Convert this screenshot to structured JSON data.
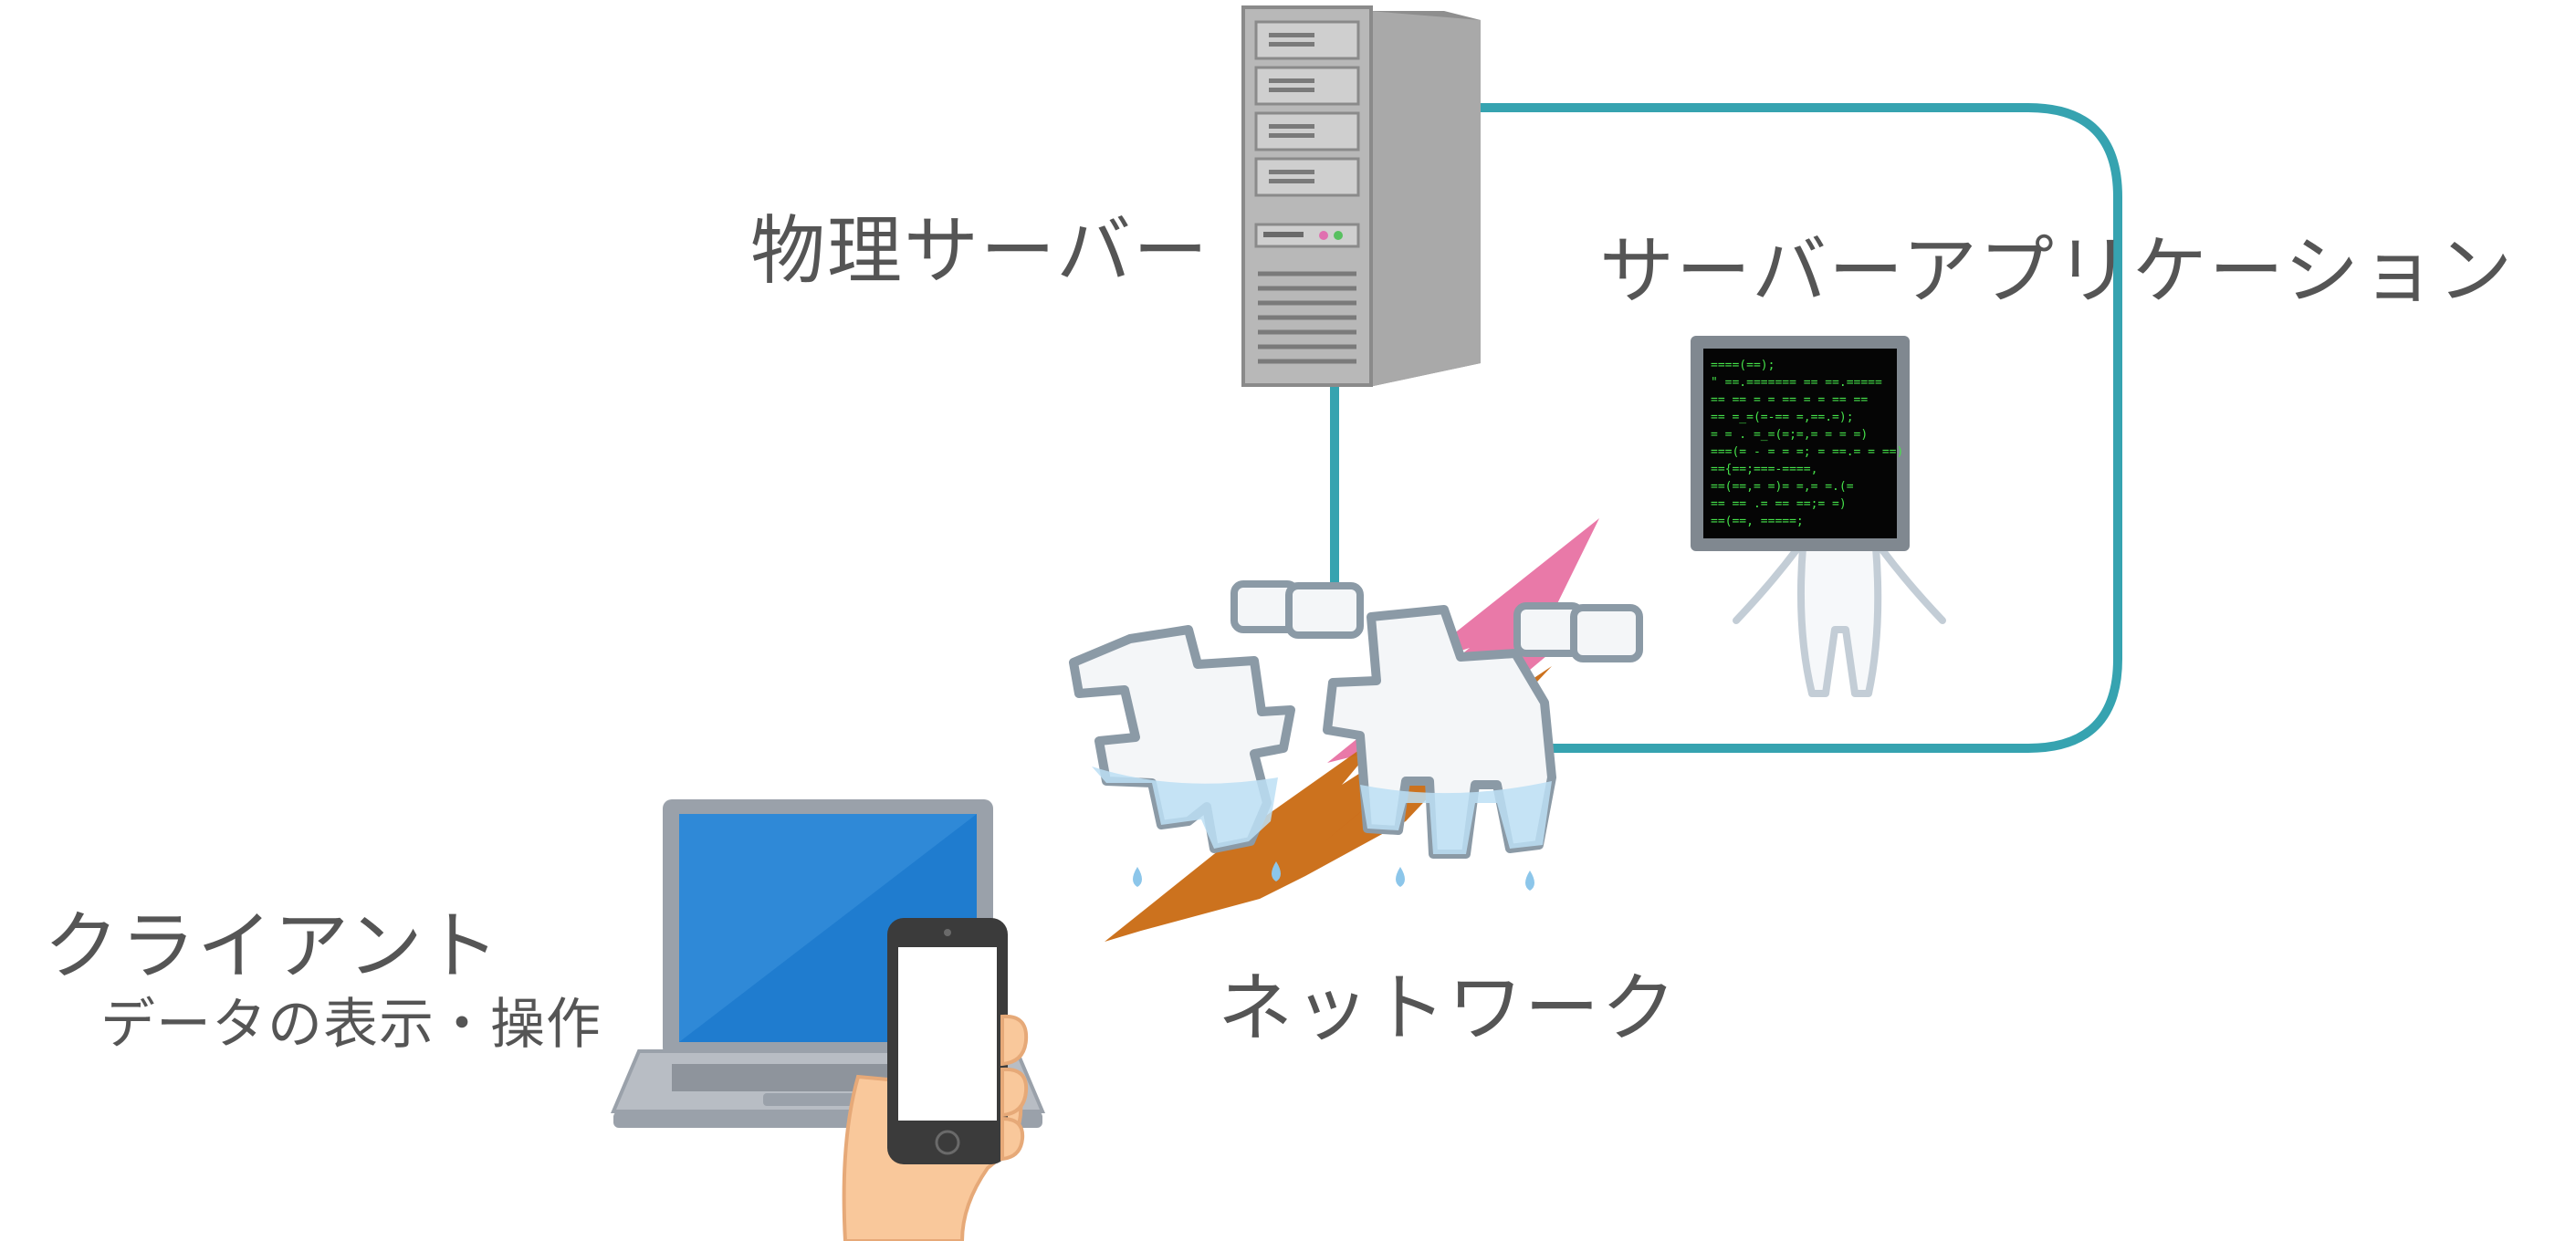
{
  "labels": {
    "physical_server": "物理サーバー",
    "server_application": "サーバーアプリケーション",
    "network": "ネットワーク",
    "client": "クライアント",
    "client_sub": "データの表示・操作"
  },
  "terminal_code_lines": [
    "====(==);",
    "\" ==.======= == ==.=====",
    "  == == = = == = = == ==",
    "== =_=(=-== =,==.=);",
    " = = . =_=(=;=,= = = =)",
    " ===(= - = = =; = ==.= = ==)",
    " =={==;===-====,",
    "     ==(==,= =)= =,= =.(=",
    "     == == .= == ==;= =)",
    " ==(==, =====;"
  ],
  "colors": {
    "connector": "#36a3b0",
    "text": "#555555",
    "terminal_text": "#45e24a",
    "laptop_screen": "#1f7ccf",
    "pink_bolt": "#e979a8",
    "brown_bolt": "#c96a12"
  },
  "icons": {
    "server": "server-tower-icon",
    "application": "terminal-figure-icon",
    "network": "electrocuted-figures-icon",
    "client_laptop": "laptop-icon",
    "client_phone": "smartphone-hand-icon"
  }
}
